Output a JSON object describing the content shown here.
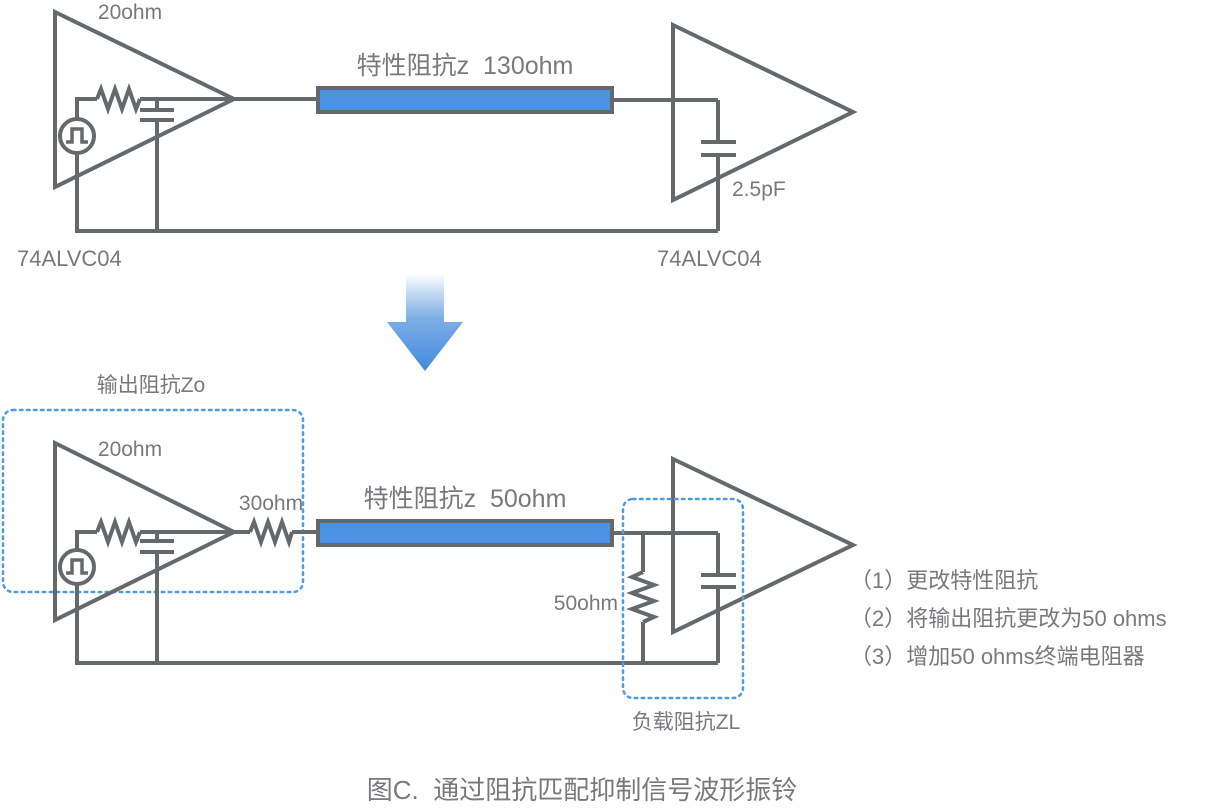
{
  "colors": {
    "background": "#ffffff",
    "line": "#66696c",
    "text": "#77797c",
    "accent_blue": "#4a92e2",
    "dotted_box_blue": "#4f9ae4",
    "arrow_top": "#ffffff",
    "arrow_mid": "#7fb0e6",
    "arrow_bottom": "#4288dd"
  },
  "top_circuit": {
    "driver": {
      "impedance": "20ohm",
      "part": "74ALVC04"
    },
    "transmission_line": {
      "label": "特性阻抗z  130ohm"
    },
    "receiver": {
      "capacitance": "2.5pF",
      "part": "74ALVC04"
    }
  },
  "bottom_circuit": {
    "output_impedance_box": "输出阻抗Zo",
    "driver": {
      "impedance": "20ohm"
    },
    "series_resistor": "30ohm",
    "transmission_line": {
      "label": "特性阻抗z  50ohm"
    },
    "termination_resistor": "50ohm",
    "load_box": "负载阻抗ZL"
  },
  "notes": [
    "（1）更改特性阻抗",
    "（2）将输出阻抗更改为50 ohms",
    "（3）增加50 ohms终端电阻器"
  ],
  "figure": {
    "caption": "图C.  通过阻抗匹配抑制信号波形振铃"
  }
}
